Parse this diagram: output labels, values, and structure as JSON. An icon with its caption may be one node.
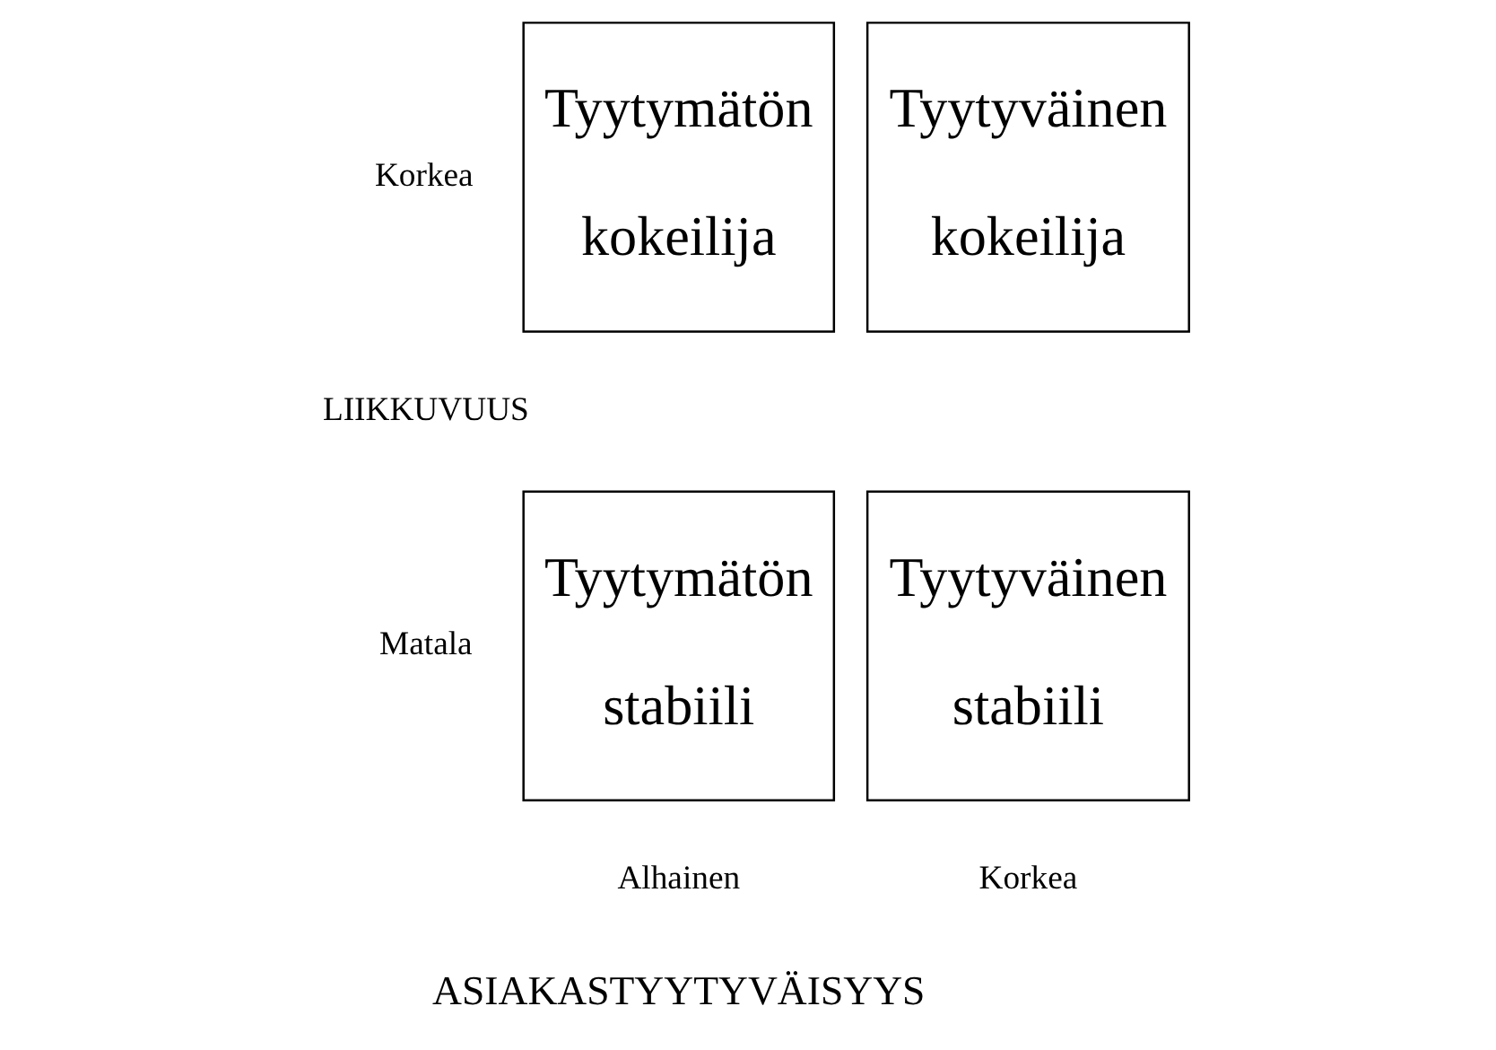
{
  "diagram": {
    "nodes": [
      {
        "text": [
          "Tyytymätön",
          "kokeilija"
        ]
      },
      {
        "text": [
          "Tyytyväinen",
          "kokeilija"
        ]
      },
      {
        "text": [
          "Tyytymätön",
          "stabiili"
        ]
      },
      {
        "text": [
          "Tyytyväinen",
          "stabiili"
        ]
      }
    ],
    "edges": [],
    "labels": [
      "Korkea",
      "LIIKKUVUUS",
      "Matala",
      "Alhainen",
      "Korkea",
      "ASIAKASTYYTYVÄISYYS"
    ]
  }
}
